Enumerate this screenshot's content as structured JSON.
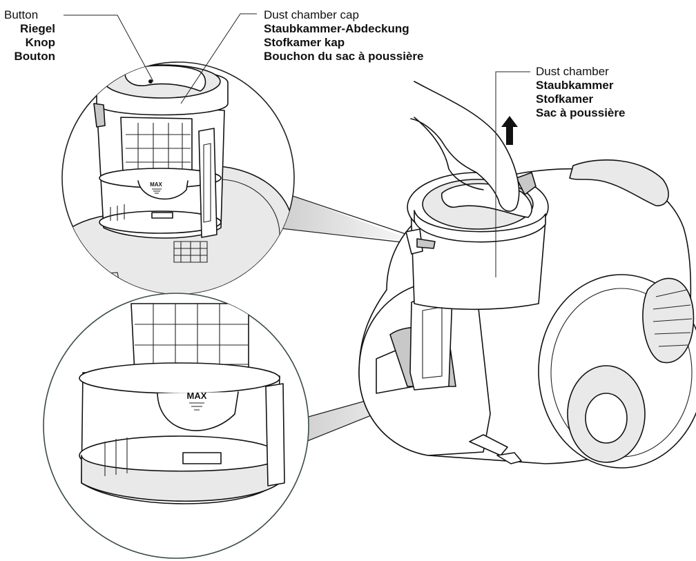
{
  "labels": {
    "button": {
      "en": "Button",
      "de": "Riegel",
      "nl": "Knop",
      "fr": "Bouton"
    },
    "cap": {
      "en": "Dust chamber cap",
      "de": "Staubkammer-Abdeckung",
      "nl": "Stofkamer kap",
      "fr": "Bouchon du sac à poussière"
    },
    "chamber": {
      "en": "Dust chamber",
      "de": "Staubkammer",
      "nl": "Stofkamer",
      "fr": "Sac à poussière"
    }
  },
  "marks": {
    "max_top": "MAX",
    "max_bottom": "MAX"
  }
}
